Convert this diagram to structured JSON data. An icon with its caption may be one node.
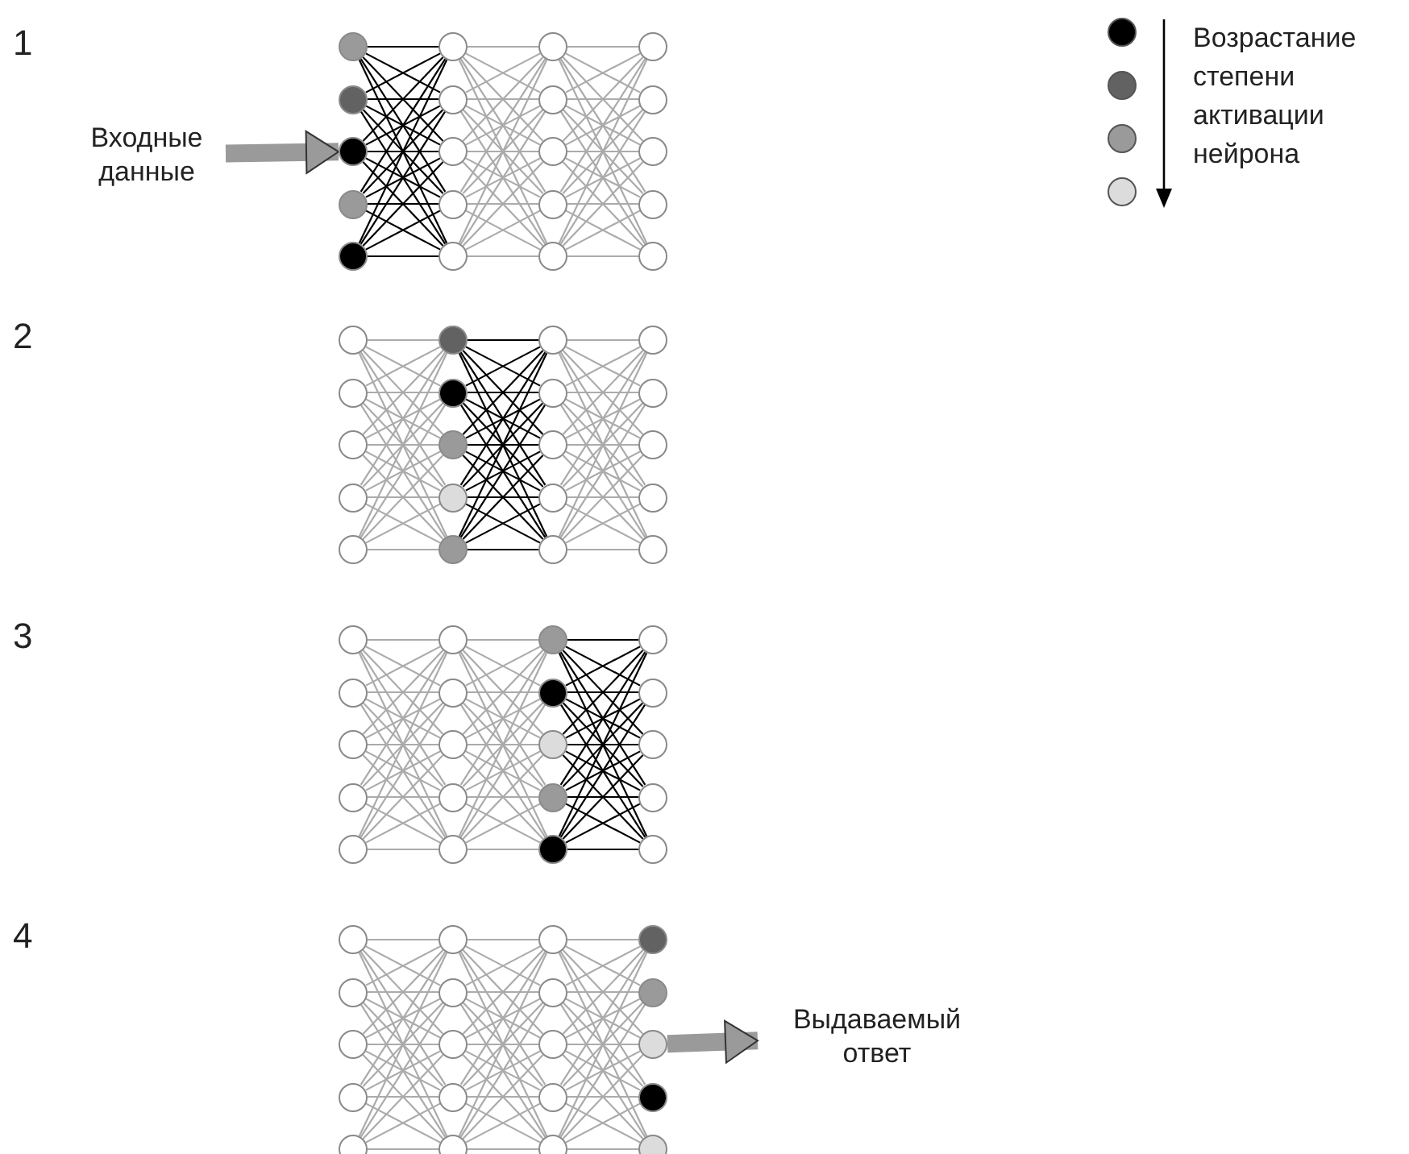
{
  "diagram": {
    "nodes": [
      {
        "text": [
          "Входные данные"
        ]
      },
      {
        "text": [],
        "shape": "circle"
      },
      {
        "text": [],
        "shape": "circle"
      },
      {
        "text": [],
        "shape": "circle"
      },
      {
        "text": [],
        "shape": "circle"
      },
      {
        "text": [],
        "shape": "circle"
      },
      {
        "text": [],
        "shape": "circle"
      },
      {
        "text": [],
        "shape": "circle"
      },
      {
        "text": [],
        "shape": "circle"
      },
      {
        "text": [],
        "shape": "circle"
      },
      {
        "text": [],
        "shape": "circle"
      },
      {
        "text": [],
        "shape": "circle"
      },
      {
        "text": [],
        "shape": "circle"
      },
      {
        "text": [],
        "shape": "circle"
      },
      {
        "text": [],
        "shape": "circle"
      },
      {
        "text": [],
        "shape": "circle"
      },
      {
        "text": [],
        "shape": "circle"
      },
      {
        "text": [],
        "shape": "circle"
      },
      {
        "text": [],
        "shape": "circle"
      },
      {
        "text": [],
        "shape": "circle"
      },
      {
        "text": [],
        "shape": "circle"
      },
      {
        "text": [],
        "shape": "circle"
      },
      {
        "text": [],
        "shape": "circle"
      },
      {
        "text": [],
        "shape": "circle"
      },
      {
        "text": [],
        "shape": "circle"
      },
      {
        "text": [],
        "shape": "circle"
      },
      {
        "text": [],
        "shape": "circle"
      },
      {
        "text": [],
        "shape": "circle"
      },
      {
        "text": [],
        "shape": "circle"
      },
      {
        "text": [],
        "shape": "circle"
      },
      {
        "text": [],
        "shape": "circle"
      },
      {
        "text": [],
        "shape": "circle"
      },
      {
        "text": [],
        "shape": "circle"
      },
      {
        "text": [],
        "shape": "circle"
      },
      {
        "text": [],
        "shape": "circle"
      },
      {
        "text": [],
        "shape": "circle"
      },
      {
        "text": [],
        "shape": "circle"
      },
      {
        "text": [],
        "shape": "circle"
      },
      {
        "text": [],
        "shape": "circle"
      },
      {
        "text": [],
        "shape": "circle"
      },
      {
        "text": [],
        "shape": "circle"
      },
      {
        "text": [],
        "shape": "circle"
      },
      {
        "text": [],
        "shape": "circle"
      },
      {
        "text": [],
        "shape": "circle"
      },
      {
        "text": [],
        "shape": "circle"
      },
      {
        "text": [],
        "shape": "circle"
      },
      {
        "text": [],
        "shape": "circle"
      },
      {
        "text": [],
        "shape": "circle"
      },
      {
        "text": [],
        "shape": "circle"
      },
      {
        "text": [],
        "shape": "circle"
      },
      {
        "text": [],
        "shape": "circle"
      },
      {
        "text": [],
        "shape": "circle"
      },
      {
        "text": [],
        "shape": "circle"
      },
      {
        "text": [],
        "shape": "circle"
      },
      {
        "text": [],
        "shape": "circle"
      },
      {
        "text": [],
        "shape": "circle"
      },
      {
        "text": [],
        "shape": "circle"
      },
      {
        "text": [],
        "shape": "circle"
      },
      {
        "text": [],
        "shape": "circle"
      },
      {
        "text": [],
        "shape": "circle"
      },
      {
        "text": [],
        "shape": "circle"
      },
      {
        "text": [],
        "shape": "circle"
      },
      {
        "text": [],
        "shape": "circle"
      },
      {
        "text": [],
        "shape": "circle"
      },
      {
        "text": [],
        "shape": "circle"
      },
      {
        "text": [],
        "shape": "circle"
      },
      {
        "text": [],
        "shape": "circle"
      },
      {
        "text": [],
        "shape": "circle"
      },
      {
        "text": [],
        "shape": "circle"
      },
      {
        "text": [],
        "shape": "circle"
      },
      {
        "text": [],
        "shape": "circle"
      },
      {
        "text": [],
        "shape": "circle"
      },
      {
        "text": [],
        "shape": "circle"
      },
      {
        "text": [],
        "shape": "circle"
      },
      {
        "text": [],
        "shape": "circle"
      },
      {
        "text": [],
        "shape": "circle"
      },
      {
        "text": [],
        "shape": "circle"
      },
      {
        "text": [],
        "shape": "circle"
      },
      {
        "text": [],
        "shape": "circle"
      },
      {
        "text": [],
        "shape": "circle"
      },
      {
        "text": [],
        "shape": "circle"
      },
      {
        "text": [
          "Выдаваемый ответ"
        ]
      }
    ],
    "edges": [
      {
        "from": 0,
        "to": 3,
        "arrow": "to",
        "style": "thick"
      },
      {
        "from": 1,
        "to": 6,
        "arrow": "none",
        "color": "#000000"
      },
      {
        "from": 1,
        "to": 7,
        "arrow": "none",
        "color": "#000000"
      },
      {
        "from": 1,
        "to": 8,
        "arrow": "none",
        "color": "#000000"
      },
      {
        "from": 1,
        "to": 9,
        "arrow": "none",
        "color": "#000000"
      },
      {
        "from": 1,
        "to": 10,
        "arrow": "none",
        "color": "#000000"
      },
      {
        "from": 2,
        "to": 6,
        "arrow": "none",
        "color": "#000000"
      },
      {
        "from": 2,
        "to": 7,
        "arrow": "none",
        "color": "#000000"
      },
      {
        "from": 2,
        "to": 8,
        "arrow": "none",
        "color": "#000000"
      },
      {
        "from": 2,
        "to": 9,
        "arrow": "none",
        "color": "#000000"
      },
      {
        "from": 2,
        "to": 10,
        "arrow": "none",
        "color": "#000000"
      },
      {
        "from": 3,
        "to": 6,
        "arrow": "none",
        "color": "#000000"
      },
      {
        "from": 3,
        "to": 7,
        "arrow": "none",
        "color": "#000000"
      },
      {
        "from": 3,
        "to": 8,
        "arrow": "none",
        "color": "#000000"
      },
      {
        "from": 3,
        "to": 9,
        "arrow": "none",
        "color": "#000000"
      },
      {
        "from": 3,
        "to": 10,
        "arrow": "none",
        "color": "#000000"
      },
      {
        "from": 4,
        "to": 6,
        "arrow": "none",
        "color": "#000000"
      },
      {
        "from": 4,
        "to": 7,
        "arrow": "none",
        "color": "#000000"
      },
      {
        "from": 4,
        "to": 8,
        "arrow": "none",
        "color": "#000000"
      },
      {
        "from": 4,
        "to": 9,
        "arrow": "none",
        "color": "#000000"
      },
      {
        "from": 4,
        "to": 10,
        "arrow": "none",
        "color": "#000000"
      },
      {
        "from": 5,
        "to": 6,
        "arrow": "none",
        "color": "#000000"
      },
      {
        "from": 5,
        "to": 7,
        "arrow": "none",
        "color": "#000000"
      },
      {
        "from": 5,
        "to": 8,
        "arrow": "none",
        "color": "#000000"
      },
      {
        "from": 5,
        "to": 9,
        "arrow": "none",
        "color": "#000000"
      },
      {
        "from": 5,
        "to": 10,
        "arrow": "none",
        "color": "#000000"
      },
      {
        "from": 6,
        "to": 11,
        "arrow": "none"
      },
      {
        "from": 6,
        "to": 12,
        "arrow": "none"
      },
      {
        "from": 6,
        "to": 13,
        "arrow": "none"
      },
      {
        "from": 6,
        "to": 14,
        "arrow": "none"
      },
      {
        "from": 6,
        "to": 15,
        "arrow": "none"
      },
      {
        "from": 7,
        "to": 11,
        "arrow": "none"
      },
      {
        "from": 7,
        "to": 12,
        "arrow": "none"
      },
      {
        "from": 7,
        "to": 13,
        "arrow": "none"
      },
      {
        "from": 7,
        "to": 14,
        "arrow": "none"
      },
      {
        "from": 7,
        "to": 15,
        "arrow": "none"
      },
      {
        "from": 8,
        "to": 11,
        "arrow": "none"
      },
      {
        "from": 8,
        "to": 12,
        "arrow": "none"
      },
      {
        "from": 8,
        "to": 13,
        "arrow": "none"
      },
      {
        "from": 8,
        "to": 14,
        "arrow": "none"
      },
      {
        "from": 8,
        "to": 15,
        "arrow": "none"
      },
      {
        "from": 9,
        "to": 11,
        "arrow": "none"
      },
      {
        "from": 9,
        "to": 12,
        "arrow": "none"
      },
      {
        "from": 9,
        "to": 13,
        "arrow": "none"
      },
      {
        "from": 9,
        "to": 14,
        "arrow": "none"
      },
      {
        "from": 9,
        "to": 15,
        "arrow": "none"
      },
      {
        "from": 10,
        "to": 11,
        "arrow": "none"
      },
      {
        "from": 10,
        "to": 12,
        "arrow": "none"
      },
      {
        "from": 10,
        "to": 13,
        "arrow": "none"
      },
      {
        "from": 10,
        "to": 14,
        "arrow": "none"
      },
      {
        "from": 10,
        "to": 15,
        "arrow": "none"
      },
      {
        "from": 11,
        "to": 16,
        "arrow": "none"
      },
      {
        "from": 11,
        "to": 17,
        "arrow": "none"
      },
      {
        "from": 11,
        "to": 18,
        "arrow": "none"
      },
      {
        "from": 11,
        "to": 19,
        "arrow": "none"
      },
      {
        "from": 11,
        "to": 20,
        "arrow": "none"
      },
      {
        "from": 12,
        "to": 16,
        "arrow": "none"
      },
      {
        "from": 12,
        "to": 17,
        "arrow": "none"
      },
      {
        "from": 12,
        "to": 18,
        "arrow": "none"
      },
      {
        "from": 12,
        "to": 19,
        "arrow": "none"
      },
      {
        "from": 12,
        "to": 20,
        "arrow": "none"
      },
      {
        "from": 13,
        "to": 16,
        "arrow": "none"
      },
      {
        "from": 13,
        "to": 17,
        "arrow": "none"
      },
      {
        "from": 13,
        "to": 18,
        "arrow": "none"
      },
      {
        "from": 13,
        "to": 19,
        "arrow": "none"
      },
      {
        "from": 13,
        "to": 20,
        "arrow": "none"
      },
      {
        "from": 14,
        "to": 16,
        "arrow": "none"
      },
      {
        "from": 14,
        "to": 17,
        "arrow": "none"
      },
      {
        "from": 14,
        "to": 18,
        "arrow": "none"
      },
      {
        "from": 14,
        "to": 19,
        "arrow": "none"
      },
      {
        "from": 14,
        "to": 20,
        "arrow": "none"
      },
      {
        "from": 15,
        "to": 16,
        "arrow": "none"
      },
      {
        "from": 15,
        "to": 17,
        "arrow": "none"
      },
      {
        "from": 15,
        "to": 18,
        "arrow": "none"
      },
      {
        "from": 15,
        "to": 19,
        "arrow": "none"
      },
      {
        "from": 15,
        "to": 20,
        "arrow": "none"
      },
      {
        "from": 21,
        "to": 26,
        "arrow": "none"
      },
      {
        "from": 21,
        "to": 27,
        "arrow": "none"
      },
      {
        "from": 21,
        "to": 28,
        "arrow": "none"
      },
      {
        "from": 21,
        "to": 29,
        "arrow": "none"
      },
      {
        "from": 21,
        "to": 30,
        "arrow": "none"
      },
      {
        "from": 22,
        "to": 26,
        "arrow": "none"
      },
      {
        "from": 22,
        "to": 27,
        "arrow": "none"
      },
      {
        "from": 22,
        "to": 28,
        "arrow": "none"
      },
      {
        "from": 22,
        "to": 29,
        "arrow": "none"
      },
      {
        "from": 22,
        "to": 30,
        "arrow": "none"
      },
      {
        "from": 23,
        "to": 26,
        "arrow": "none"
      },
      {
        "from": 23,
        "to": 27,
        "arrow": "none"
      },
      {
        "from": 23,
        "to": 28,
        "arrow": "none"
      },
      {
        "from": 23,
        "to": 29,
        "arrow": "none"
      },
      {
        "from": 23,
        "to": 30,
        "arrow": "none"
      },
      {
        "from": 24,
        "to": 26,
        "arrow": "none"
      },
      {
        "from": 24,
        "to": 27,
        "arrow": "none"
      },
      {
        "from": 24,
        "to": 28,
        "arrow": "none"
      },
      {
        "from": 24,
        "to": 29,
        "arrow": "none"
      },
      {
        "from": 24,
        "to": 30,
        "arrow": "none"
      },
      {
        "from": 25,
        "to": 26,
        "arrow": "none"
      },
      {
        "from": 25,
        "to": 27,
        "arrow": "none"
      },
      {
        "from": 25,
        "to": 28,
        "arrow": "none"
      },
      {
        "from": 25,
        "to": 29,
        "arrow": "none"
      },
      {
        "from": 25,
        "to": 30,
        "arrow": "none"
      },
      {
        "from": 26,
        "to": 31,
        "arrow": "none",
        "color": "#000000"
      },
      {
        "from": 26,
        "to": 32,
        "arrow": "none",
        "color": "#000000"
      },
      {
        "from": 26,
        "to": 33,
        "arrow": "none",
        "color": "#000000"
      },
      {
        "from": 26,
        "to": 34,
        "arrow": "none",
        "color": "#000000"
      },
      {
        "from": 26,
        "to": 35,
        "arrow": "none",
        "color": "#000000"
      },
      {
        "from": 27,
        "to": 31,
        "arrow": "none",
        "color": "#000000"
      },
      {
        "from": 27,
        "to": 32,
        "arrow": "none",
        "color": "#000000"
      },
      {
        "from": 27,
        "to": 33,
        "arrow": "none",
        "color": "#000000"
      },
      {
        "from": 27,
        "to": 34,
        "arrow": "none",
        "color": "#000000"
      },
      {
        "from": 27,
        "to": 35,
        "arrow": "none",
        "color": "#000000"
      },
      {
        "from": 28,
        "to": 31,
        "arrow": "none",
        "color": "#000000"
      },
      {
        "from": 28,
        "to": 32,
        "arrow": "none",
        "color": "#000000"
      },
      {
        "from": 28,
        "to": 33,
        "arrow": "none",
        "color": "#000000"
      },
      {
        "from": 28,
        "to": 34,
        "arrow": "none",
        "color": "#000000"
      },
      {
        "from": 28,
        "to": 35,
        "arrow": "none",
        "color": "#000000"
      },
      {
        "from": 29,
        "to": 31,
        "arrow": "none",
        "color": "#000000"
      },
      {
        "from": 29,
        "to": 32,
        "arrow": "none",
        "color": "#000000"
      },
      {
        "from": 29,
        "to": 33,
        "arrow": "none",
        "color": "#000000"
      },
      {
        "from": 29,
        "to": 34,
        "arrow": "none",
        "color": "#000000"
      },
      {
        "from": 29,
        "to": 35,
        "arrow": "none",
        "color": "#000000"
      },
      {
        "from": 30,
        "to": 31,
        "arrow": "none",
        "color": "#000000"
      },
      {
        "from": 30,
        "to": 32,
        "arrow": "none",
        "color": "#000000"
      },
      {
        "from": 30,
        "to": 33,
        "arrow": "none",
        "color": "#000000"
      },
      {
        "from": 30,
        "to": 34,
        "arrow": "none",
        "color": "#000000"
      },
      {
        "from": 30,
        "to": 35,
        "arrow": "none",
        "color": "#000000"
      },
      {
        "from": 31,
        "to": 36,
        "arrow": "none"
      },
      {
        "from": 31,
        "to": 37,
        "arrow": "none"
      },
      {
        "from": 31,
        "to": 38,
        "arrow": "none"
      },
      {
        "from": 31,
        "to": 39,
        "arrow": "none"
      },
      {
        "from": 31,
        "to": 40,
        "arrow": "none"
      },
      {
        "from": 32,
        "to": 36,
        "arrow": "none"
      },
      {
        "from": 32,
        "to": 37,
        "arrow": "none"
      },
      {
        "from": 32,
        "to": 38,
        "arrow": "none"
      },
      {
        "from": 32,
        "to": 39,
        "arrow": "none"
      },
      {
        "from": 32,
        "to": 40,
        "arrow": "none"
      },
      {
        "from": 33,
        "to": 36,
        "arrow": "none"
      },
      {
        "from": 33,
        "to": 37,
        "arrow": "none"
      },
      {
        "from": 33,
        "to": 38,
        "arrow": "none"
      },
      {
        "from": 33,
        "to": 39,
        "arrow": "none"
      },
      {
        "from": 33,
        "to": 40,
        "arrow": "none"
      },
      {
        "from": 34,
        "to": 36,
        "arrow": "none"
      },
      {
        "from": 34,
        "to": 37,
        "arrow": "none"
      },
      {
        "from": 34,
        "to": 38,
        "arrow": "none"
      },
      {
        "from": 34,
        "to": 39,
        "arrow": "none"
      },
      {
        "from": 34,
        "to": 40,
        "arrow": "none"
      },
      {
        "from": 35,
        "to": 36,
        "arrow": "none"
      },
      {
        "from": 35,
        "to": 37,
        "arrow": "none"
      },
      {
        "from": 35,
        "to": 38,
        "arrow": "none"
      },
      {
        "from": 35,
        "to": 39,
        "arrow": "none"
      },
      {
        "from": 35,
        "to": 40,
        "arrow": "none"
      },
      {
        "from": 41,
        "to": 46,
        "arrow": "none"
      },
      {
        "from": 41,
        "to": 47,
        "arrow": "none"
      },
      {
        "from": 41,
        "to": 48,
        "arrow": "none"
      },
      {
        "from": 41,
        "to": 49,
        "arrow": "none"
      },
      {
        "from": 41,
        "to": 50,
        "arrow": "none"
      },
      {
        "from": 42,
        "to": 46,
        "arrow": "none"
      },
      {
        "from": 42,
        "to": 47,
        "arrow": "none"
      },
      {
        "from": 42,
        "to": 48,
        "arrow": "none"
      },
      {
        "from": 42,
        "to": 49,
        "arrow": "none"
      },
      {
        "from": 42,
        "to": 50,
        "arrow": "none"
      },
      {
        "from": 43,
        "to": 46,
        "arrow": "none"
      },
      {
        "from": 43,
        "to": 47,
        "arrow": "none"
      },
      {
        "from": 43,
        "to": 48,
        "arrow": "none"
      },
      {
        "from": 43,
        "to": 49,
        "arrow": "none"
      },
      {
        "from": 43,
        "to": 50,
        "arrow": "none"
      },
      {
        "from": 44,
        "to": 46,
        "arrow": "none"
      },
      {
        "from": 44,
        "to": 47,
        "arrow": "none"
      },
      {
        "from": 44,
        "to": 48,
        "arrow": "none"
      },
      {
        "from": 44,
        "to": 49,
        "arrow": "none"
      },
      {
        "from": 44,
        "to": 50,
        "arrow": "none"
      },
      {
        "from": 45,
        "to": 46,
        "arrow": "none"
      },
      {
        "from": 45,
        "to": 47,
        "arrow": "none"
      },
      {
        "from": 45,
        "to": 48,
        "arrow": "none"
      },
      {
        "from": 45,
        "to": 49,
        "arrow": "none"
      },
      {
        "from": 45,
        "to": 50,
        "arrow": "none"
      },
      {
        "from": 46,
        "to": 51,
        "arrow": "none"
      },
      {
        "from": 46,
        "to": 52,
        "arrow": "none"
      },
      {
        "from": 46,
        "to": 53,
        "arrow": "none"
      },
      {
        "from": 46,
        "to": 54,
        "arrow": "none"
      },
      {
        "from": 46,
        "to": 55,
        "arrow": "none"
      },
      {
        "from": 47,
        "to": 51,
        "arrow": "none"
      },
      {
        "from": 47,
        "to": 52,
        "arrow": "none"
      },
      {
        "from": 47,
        "to": 53,
        "arrow": "none"
      },
      {
        "from": 47,
        "to": 54,
        "arrow": "none"
      },
      {
        "from": 47,
        "to": 55,
        "arrow": "none"
      },
      {
        "from": 48,
        "to": 51,
        "arrow": "none"
      },
      {
        "from": 48,
        "to": 52,
        "arrow": "none"
      },
      {
        "from": 48,
        "to": 53,
        "arrow": "none"
      },
      {
        "from": 48,
        "to": 54,
        "arrow": "none"
      },
      {
        "from": 48,
        "to": 55,
        "arrow": "none"
      },
      {
        "from": 49,
        "to": 51,
        "arrow": "none"
      },
      {
        "from": 49,
        "to": 52,
        "arrow": "none"
      },
      {
        "from": 49,
        "to": 53,
        "arrow": "none"
      },
      {
        "from": 49,
        "to": 54,
        "arrow": "none"
      },
      {
        "from": 49,
        "to": 55,
        "arrow": "none"
      },
      {
        "from": 50,
        "to": 51,
        "arrow": "none"
      },
      {
        "from": 50,
        "to": 52,
        "arrow": "none"
      },
      {
        "from": 50,
        "to": 53,
        "arrow": "none"
      },
      {
        "from": 50,
        "to": 54,
        "arrow": "none"
      },
      {
        "from": 50,
        "to": 55,
        "arrow": "none"
      },
      {
        "from": 51,
        "to": 56,
        "arrow": "none",
        "color": "#000000"
      },
      {
        "from": 51,
        "to": 57,
        "arrow": "none",
        "color": "#000000"
      },
      {
        "from": 51,
        "to": 58,
        "arrow": "none",
        "color": "#000000"
      },
      {
        "from": 51,
        "to": 59,
        "arrow": "none",
        "color": "#000000"
      },
      {
        "from": 51,
        "to": 60,
        "arrow": "none",
        "color": "#000000"
      },
      {
        "from": 52,
        "to": 56,
        "arrow": "none",
        "color": "#000000"
      },
      {
        "from": 52,
        "to": 57,
        "arrow": "none",
        "color": "#000000"
      },
      {
        "from": 52,
        "to": 58,
        "arrow": "none",
        "color": "#000000"
      },
      {
        "from": 52,
        "to": 59,
        "arrow": "none",
        "color": "#000000"
      },
      {
        "from": 52,
        "to": 60,
        "arrow": "none",
        "color": "#000000"
      },
      {
        "from": 53,
        "to": 56,
        "arrow": "none",
        "color": "#000000"
      },
      {
        "from": 53,
        "to": 57,
        "arrow": "none",
        "color": "#000000"
      },
      {
        "from": 53,
        "to": 58,
        "arrow": "none",
        "color": "#000000"
      },
      {
        "from": 53,
        "to": 59,
        "arrow": "none",
        "color": "#000000"
      },
      {
        "from": 53,
        "to": 60,
        "arrow": "none",
        "color": "#000000"
      },
      {
        "from": 54,
        "to": 56,
        "arrow": "none",
        "color": "#000000"
      },
      {
        "from": 54,
        "to": 57,
        "arrow": "none",
        "color": "#000000"
      },
      {
        "from": 54,
        "to": 58,
        "arrow": "none",
        "color": "#000000"
      },
      {
        "from": 54,
        "to": 59,
        "arrow": "none",
        "color": "#000000"
      },
      {
        "from": 54,
        "to": 60,
        "arrow": "none",
        "color": "#000000"
      },
      {
        "from": 55,
        "to": 56,
        "arrow": "none",
        "color": "#000000"
      },
      {
        "from": 55,
        "to": 57,
        "arrow": "none",
        "color": "#000000"
      },
      {
        "from": 55,
        "to": 58,
        "arrow": "none",
        "color": "#000000"
      },
      {
        "from": 55,
        "to": 59,
        "arrow": "none",
        "color": "#000000"
      },
      {
        "from": 55,
        "to": 60,
        "arrow": "none",
        "color": "#000000"
      },
      {
        "from": 61,
        "to": 66,
        "arrow": "none"
      },
      {
        "from": 61,
        "to": 67,
        "arrow": "none"
      },
      {
        "from": 61,
        "to": 68,
        "arrow": "none"
      },
      {
        "from": 61,
        "to": 69,
        "arrow": "none"
      },
      {
        "from": 61,
        "to": 70,
        "arrow": "none"
      },
      {
        "from": 62,
        "to": 66,
        "arrow": "none"
      },
      {
        "from": 62,
        "to": 67,
        "arrow": "none"
      },
      {
        "from": 62,
        "to": 68,
        "arrow": "none"
      },
      {
        "from": 62,
        "to": 69,
        "arrow": "none"
      },
      {
        "from": 62,
        "to": 70,
        "arrow": "none"
      },
      {
        "from": 63,
        "to": 66,
        "arrow": "none"
      },
      {
        "from": 63,
        "to": 67,
        "arrow": "none"
      },
      {
        "from": 63,
        "to": 68,
        "arrow": "none"
      },
      {
        "from": 63,
        "to": 69,
        "arrow": "none"
      },
      {
        "from": 63,
        "to": 70,
        "arrow": "none"
      },
      {
        "from": 64,
        "to": 66,
        "arrow": "none"
      },
      {
        "from": 64,
        "to": 67,
        "arrow": "none"
      },
      {
        "from": 64,
        "to": 68,
        "arrow": "none"
      },
      {
        "from": 64,
        "to": 69,
        "arrow": "none"
      },
      {
        "from": 64,
        "to": 70,
        "arrow": "none"
      },
      {
        "from": 65,
        "to": 66,
        "arrow": "none"
      },
      {
        "from": 65,
        "to": 67,
        "arrow": "none"
      },
      {
        "from": 65,
        "to": 68,
        "arrow": "none"
      },
      {
        "from": 65,
        "to": 69,
        "arrow": "none"
      },
      {
        "from": 65,
        "to": 70,
        "arrow": "none"
      },
      {
        "from": 66,
        "to": 71,
        "arrow": "none"
      },
      {
        "from": 66,
        "to": 72,
        "arrow": "none"
      },
      {
        "from": 66,
        "to": 73,
        "arrow": "none"
      },
      {
        "from": 66,
        "to": 74,
        "arrow": "none"
      },
      {
        "from": 66,
        "to": 75,
        "arrow": "none"
      },
      {
        "from": 67,
        "to": 71,
        "arrow": "none"
      },
      {
        "from": 67,
        "to": 72,
        "arrow": "none"
      },
      {
        "from": 67,
        "to": 73,
        "arrow": "none"
      },
      {
        "from": 67,
        "to": 74,
        "arrow": "none"
      },
      {
        "from": 67,
        "to": 75,
        "arrow": "none"
      },
      {
        "from": 68,
        "to": 71,
        "arrow": "none"
      },
      {
        "from": 68,
        "to": 72,
        "arrow": "none"
      },
      {
        "from": 68,
        "to": 73,
        "arrow": "none"
      },
      {
        "from": 68,
        "to": 74,
        "arrow": "none"
      },
      {
        "from": 68,
        "to": 75,
        "arrow": "none"
      },
      {
        "from": 69,
        "to": 71,
        "arrow": "none"
      },
      {
        "from": 69,
        "to": 72,
        "arrow": "none"
      },
      {
        "from": 69,
        "to": 73,
        "arrow": "none"
      },
      {
        "from": 69,
        "to": 74,
        "arrow": "none"
      },
      {
        "from": 69,
        "to": 75,
        "arrow": "none"
      },
      {
        "from": 70,
        "to": 71,
        "arrow": "none"
      },
      {
        "from": 70,
        "to": 72,
        "arrow": "none"
      },
      {
        "from": 70,
        "to": 73,
        "arrow": "none"
      },
      {
        "from": 70,
        "to": 74,
        "arrow": "none"
      },
      {
        "from": 70,
        "to": 75,
        "arrow": "none"
      },
      {
        "from": 71,
        "to": 76,
        "arrow": "none"
      },
      {
        "from": 71,
        "to": 77,
        "arrow": "none"
      },
      {
        "from": 71,
        "to": 78,
        "arrow": "none"
      },
      {
        "from": 71,
        "to": 79,
        "arrow": "none"
      },
      {
        "from": 71,
        "to": 80,
        "arrow": "none"
      },
      {
        "from": 72,
        "to": 76,
        "arrow": "none"
      },
      {
        "from": 72,
        "to": 77,
        "arrow": "none"
      },
      {
        "from": 72,
        "to": 78,
        "arrow": "none"
      },
      {
        "from": 72,
        "to": 79,
        "arrow": "none"
      },
      {
        "from": 72,
        "to": 80,
        "arrow": "none"
      },
      {
        "from": 73,
        "to": 76,
        "arrow": "none"
      },
      {
        "from": 73,
        "to": 77,
        "arrow": "none"
      },
      {
        "from": 73,
        "to": 78,
        "arrow": "none"
      },
      {
        "from": 73,
        "to": 79,
        "arrow": "none"
      },
      {
        "from": 73,
        "to": 80,
        "arrow": "none"
      },
      {
        "from": 74,
        "to": 76,
        "arrow": "none"
      },
      {
        "from": 74,
        "to": 77,
        "arrow": "none"
      },
      {
        "from": 74,
        "to": 78,
        "arrow": "none"
      },
      {
        "from": 74,
        "to": 79,
        "arrow": "none"
      },
      {
        "from": 74,
        "to": 80,
        "arrow": "none"
      },
      {
        "from": 75,
        "to": 76,
        "arrow": "none"
      },
      {
        "from": 75,
        "to": 77,
        "arrow": "none"
      },
      {
        "from": 75,
        "to": 78,
        "arrow": "none"
      },
      {
        "from": 75,
        "to": 79,
        "arrow": "none"
      },
      {
        "from": 75,
        "to": 80,
        "arrow": "none"
      },
      {
        "from": 78,
        "to": 81,
        "arrow": "to",
        "style": "thick"
      }
    ],
    "labels": [
      "1",
      "Возрастание степени активации нейрона",
      "2",
      "3",
      "4"
    ]
  }
}
